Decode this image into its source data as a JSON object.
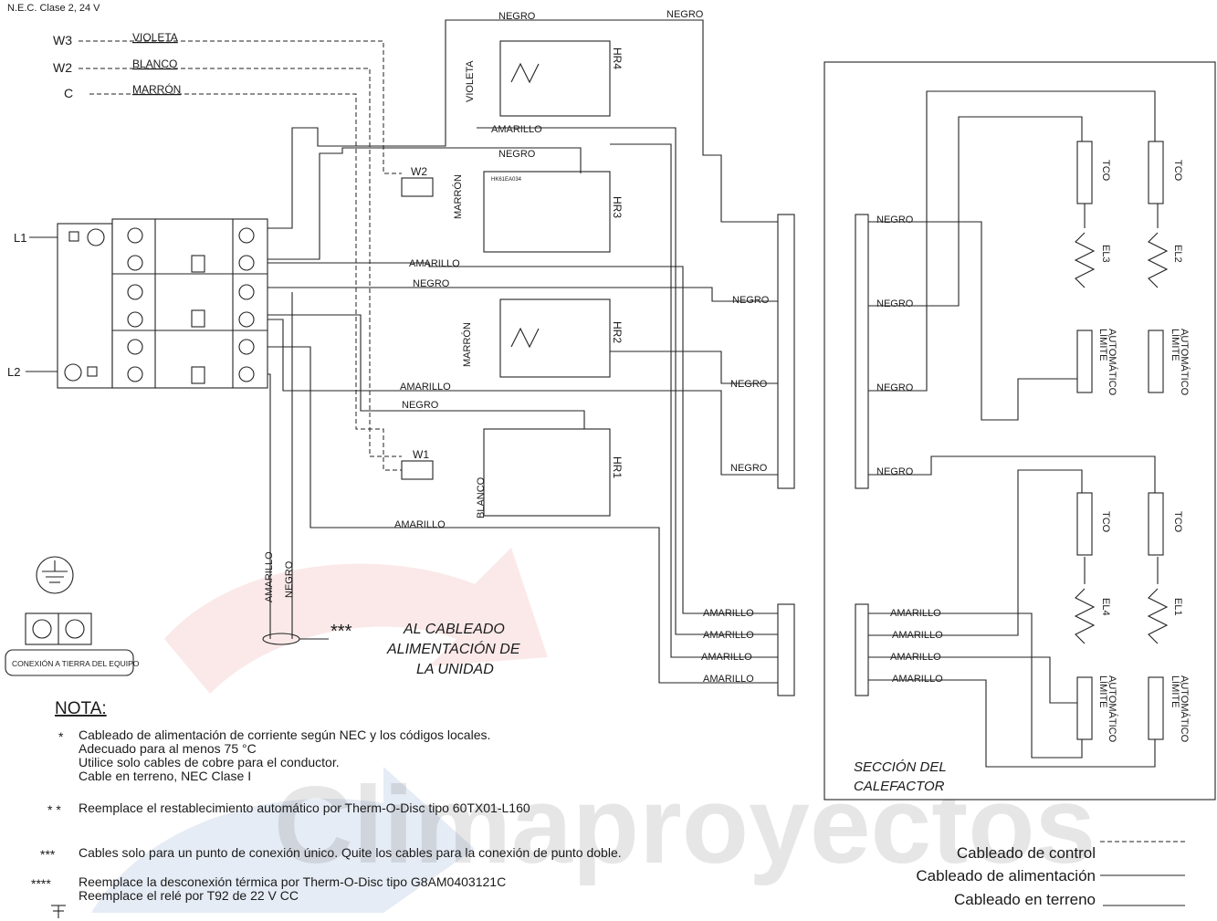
{
  "header_note": "N.E.C. Clase 2, 24 V",
  "control_wires": [
    {
      "terminal": "W3",
      "color": "VIOLETA"
    },
    {
      "terminal": "W2",
      "color": "BLANCO"
    },
    {
      "terminal": "C",
      "color": "MARRÓN"
    }
  ],
  "power_terminals": [
    "L1",
    "L2"
  ],
  "relays": [
    "HR4",
    "HR3",
    "HR2",
    "HR1"
  ],
  "relay_coils": [
    "W2",
    "W1"
  ],
  "board_code": "HK61EA034",
  "wire_colors": {
    "negro": "NEGRO",
    "amarillo": "AMARILLO",
    "violeta": "VIOLETA",
    "marron": "MARRÓN",
    "blanco": "BLANCO"
  },
  "heater": {
    "section_label_1": "SECCIÓN DEL",
    "section_label_2": "CALEFACTOR",
    "elements": [
      "EL3",
      "EL2",
      "EL4",
      "EL1"
    ],
    "tco": "TCO",
    "limit_1": "LÍMITE",
    "limit_2": "AUTOMÁTICO"
  },
  "ground": {
    "label": "CONEXIÓN A TIERRA DEL EQUIPO"
  },
  "unit_supply": {
    "marker": "***",
    "line1": "AL CABLEADO",
    "line2": "ALIMENTACIÓN DE",
    "line3": "LA UNIDAD"
  },
  "notes": {
    "title": "NOTA:",
    "items": [
      {
        "marker": "*",
        "lines": [
          "Cableado de alimentación de corriente según NEC y los códigos locales.",
          "Adecuado para al menos 75 °C",
          "Utilice solo cables de cobre para el conductor.",
          "Cable en terreno, NEC Clase I"
        ]
      },
      {
        "marker": "* *",
        "lines": [
          "Reemplace el restablecimiento automático por Therm-O-Disc tipo 60TX01-L160"
        ]
      },
      {
        "marker": "***",
        "lines": [
          "Cables solo para un punto de conexión único. Quite los cables para la conexión de punto doble."
        ]
      },
      {
        "marker": "****",
        "lines": [
          "Reemplace la desconexión térmica por Therm-O-Disc tipo G8AM0403121C",
          "Reemplace el relé por T92 de 22 V CC"
        ]
      }
    ]
  },
  "legend": {
    "control": "Cableado de control",
    "power": "Cableado de alimentación",
    "field": "Cableado en terreno"
  },
  "watermark": "Climaproyectos",
  "colors": {
    "line": "#222222",
    "watermark_red": "#d9534f",
    "watermark_blue": "#3d6fb0"
  }
}
